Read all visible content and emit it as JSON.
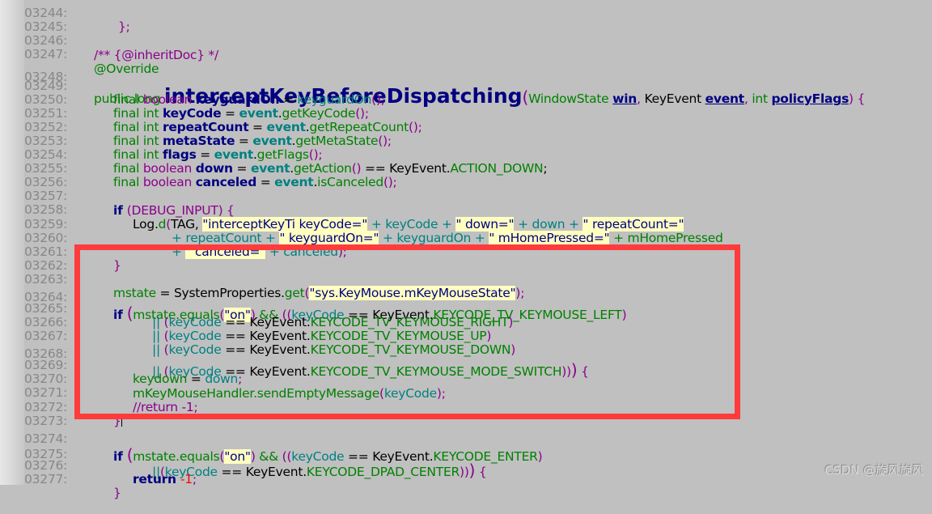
{
  "editor": {
    "background": "#c0c0c0",
    "highlight_box_color": "#ff3b3b",
    "lines": [
      {
        "num": "03244:",
        "code": "};"
      },
      {
        "num": "03245:",
        "code": ""
      },
      {
        "num": "03246:",
        "code": "/** {@inheritDoc} */"
      },
      {
        "num": "03247:",
        "code": "@Override"
      },
      {
        "num": "03248:",
        "code": "public long interceptKeyBeforeDispatching(WindowState win, KeyEvent event, int policyFlags) {"
      },
      {
        "num": "03249:",
        "code": "final boolean keyguardOn = keyguardOn();"
      },
      {
        "num": "03250:",
        "code": "final int keyCode = event.getKeyCode();"
      },
      {
        "num": "03251:",
        "code": "final int repeatCount = event.getRepeatCount();"
      },
      {
        "num": "03252:",
        "code": "final int metaState = event.getMetaState();"
      },
      {
        "num": "03253:",
        "code": "final int flags = event.getFlags();"
      },
      {
        "num": "03254:",
        "code": "final boolean down = event.getAction() == KeyEvent.ACTION_DOWN;"
      },
      {
        "num": "03255:",
        "code": "final boolean canceled = event.isCanceled();"
      },
      {
        "num": "03256:",
        "code": ""
      },
      {
        "num": "03257:",
        "code": "if (DEBUG_INPUT) {"
      },
      {
        "num": "03258:",
        "code": "Log.d(TAG, \"interceptKeyTi keyCode=\" + keyCode + \" down=\" + down + \" repeatCount=\""
      },
      {
        "num": "03259:",
        "code": "+ repeatCount + \" keyguardOn=\" + keyguardOn + \" mHomePressed=\" + mHomePressed"
      },
      {
        "num": "03260:",
        "code": "+ \" canceled=\" + canceled);"
      },
      {
        "num": "03261:",
        "code": "}"
      },
      {
        "num": "03262:",
        "code": ""
      },
      {
        "num": "03263:",
        "code": "mstate = SystemProperties.get(\"sys.KeyMouse.mKeyMouseState\");"
      },
      {
        "num": "03264:",
        "code": "if (mstate.equals(\"on\") && ((keyCode == KeyEvent.KEYCODE_TV_KEYMOUSE_LEFT)"
      },
      {
        "num": "03265:",
        "code": "|| (keyCode == KeyEvent.KEYCODE_TV_KEYMOUSE_RIGHT)"
      },
      {
        "num": "03266:",
        "code": "|| (keyCode == KeyEvent.KEYCODE_TV_KEYMOUSE_UP)"
      },
      {
        "num": "03267:",
        "code": "|| (keyCode == KeyEvent.KEYCODE_TV_KEYMOUSE_DOWN)"
      },
      {
        "num": "03268:",
        "code": "|| (keyCode == KeyEvent.KEYCODE_TV_KEYMOUSE_MODE_SWITCH))) {"
      },
      {
        "num": "03269:",
        "code": "keydown = down;"
      },
      {
        "num": "03270:",
        "code": "mKeyMouseHandler.sendEmptyMessage(keyCode);"
      },
      {
        "num": "03271:",
        "code": "//return -1;"
      },
      {
        "num": "03272:",
        "code": "}"
      },
      {
        "num": "03273:",
        "code": ""
      },
      {
        "num": "03274:",
        "code": "if (mstate.equals(\"on\") && ((keyCode == KeyEvent.KEYCODE_ENTER)"
      },
      {
        "num": "03275:",
        "code": "||(keyCode == KeyEvent.KEYCODE_DPAD_CENTER))) {"
      },
      {
        "num": "03276:",
        "code": "return -1;"
      },
      {
        "num": "03277:",
        "code": "}"
      }
    ],
    "tokens": {
      "l03246": "/** {@inheritDoc} */",
      "l03247": "@Override",
      "public_long": "public long ",
      "method": "interceptKeyBeforeDispatching",
      "WindowState": "WindowState ",
      "win": "win",
      "KeyEvent_t": "KeyEvent ",
      "event": "event",
      "int_kw": "int ",
      "policyFlags": "policyFlags",
      "final": "final ",
      "boolean": "boolean ",
      "int": "int ",
      "keyguardOn": "keyguardOn",
      "keyCode": "keyCode",
      "repeatCount": "repeatCount",
      "metaState": "metaState",
      "flags": "flags",
      "down": "down",
      "canceled": "canceled",
      "eq": " = ",
      "keyguardOn_call": "keyguardOn",
      "getKeyCode": "getKeyCode",
      "getRepeatCount": "getRepeatCount",
      "getMetaState": "getMetaState",
      "getFlags": "getFlags",
      "getAction": "getAction",
      "isCanceled": "isCanceled",
      "KeyEvent": "KeyEvent",
      "ACTION_DOWN": "ACTION_DOWN",
      "if": "if ",
      "DEBUG_INPUT": "DEBUG_INPUT",
      "Log": "Log",
      "d": "d",
      "TAG": "TAG, ",
      "s_keyCode": "\"interceptKeyTi keyCode=\"",
      "s_down": "\" down=\"",
      "s_repeat": "\" repeatCount=\"",
      "s_kg": "\" keyguardOn=\"",
      "s_home": "\" mHomePressed=\"",
      "s_canceled": "\" canceled=\"",
      "mHomePressed": "mHomePressed",
      "mstate": "mstate",
      "SystemProperties": "SystemProperties",
      "get": "get",
      "s_prop": "\"sys.KeyMouse.mKeyMouseState\"",
      "equals": "equals",
      "s_on": "\"on\"",
      "KC_LEFT": "KEYCODE_TV_KEYMOUSE_LEFT",
      "KC_RIGHT": "KEYCODE_TV_KEYMOUSE_RIGHT",
      "KC_UP": "KEYCODE_TV_KEYMOUSE_UP",
      "KC_DOWN": "KEYCODE_TV_KEYMOUSE_DOWN",
      "KC_MODE": "KEYCODE_TV_KEYMOUSE_MODE_SWITCH",
      "keydown": "keydown",
      "mKeyMouseHandler": "mKeyMouseHandler",
      "sendEmptyMessage": "sendEmptyMessage",
      "comment_return": "//return -1;",
      "KC_ENTER": "KEYCODE_ENTER",
      "KC_DPAD": "KEYCODE_DPAD_CENTER",
      "return": "return ",
      "minus_one": "-1"
    }
  },
  "watermark": "CSDN @旋风旋风"
}
